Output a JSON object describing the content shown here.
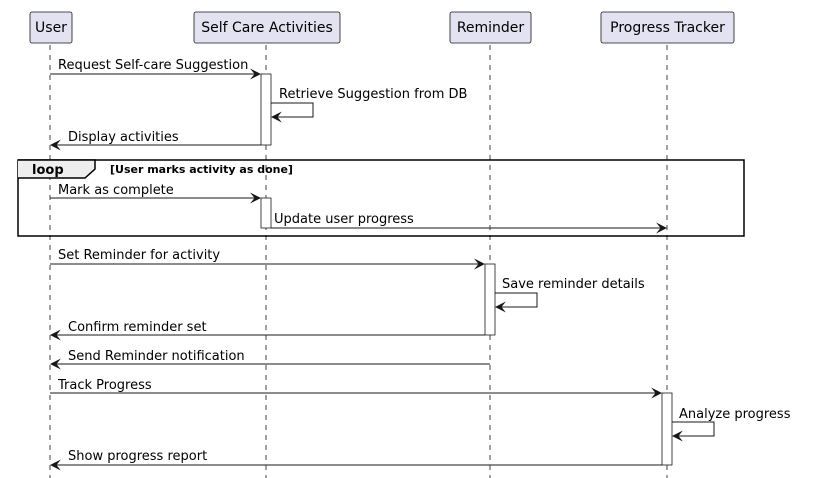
{
  "participants": [
    {
      "id": "user",
      "label": "User"
    },
    {
      "id": "self_care",
      "label": "Self Care Activities"
    },
    {
      "id": "reminder",
      "label": "Reminder"
    },
    {
      "id": "progress",
      "label": "Progress Tracker"
    }
  ],
  "loop": {
    "keyword": "loop",
    "condition": "[User marks activity as done]"
  },
  "messages": [
    {
      "from": "user",
      "to": "self_care",
      "label": "Request Self-care Suggestion"
    },
    {
      "from": "self_care",
      "to": "self_care",
      "label": "Retrieve Suggestion from DB"
    },
    {
      "from": "self_care",
      "to": "user",
      "label": "Display activities"
    },
    {
      "from": "user",
      "to": "self_care",
      "label": "Mark as complete"
    },
    {
      "from": "self_care",
      "to": "progress",
      "label": "Update user progress"
    },
    {
      "from": "user",
      "to": "reminder",
      "label": "Set Reminder for activity"
    },
    {
      "from": "reminder",
      "to": "reminder",
      "label": "Save reminder details"
    },
    {
      "from": "reminder",
      "to": "user",
      "label": "Confirm reminder set"
    },
    {
      "from": "reminder",
      "to": "user",
      "label": "Send Reminder notification"
    },
    {
      "from": "user",
      "to": "progress",
      "label": "Track Progress"
    },
    {
      "from": "progress",
      "to": "progress",
      "label": "Analyze progress"
    },
    {
      "from": "progress",
      "to": "user",
      "label": "Show progress report"
    }
  ],
  "colors": {
    "participant_fill": "#e2e2f0",
    "participant_border": "#181818",
    "lifeline": "#181818",
    "activation_fill": "#ffffff",
    "arrow": "#181818"
  }
}
